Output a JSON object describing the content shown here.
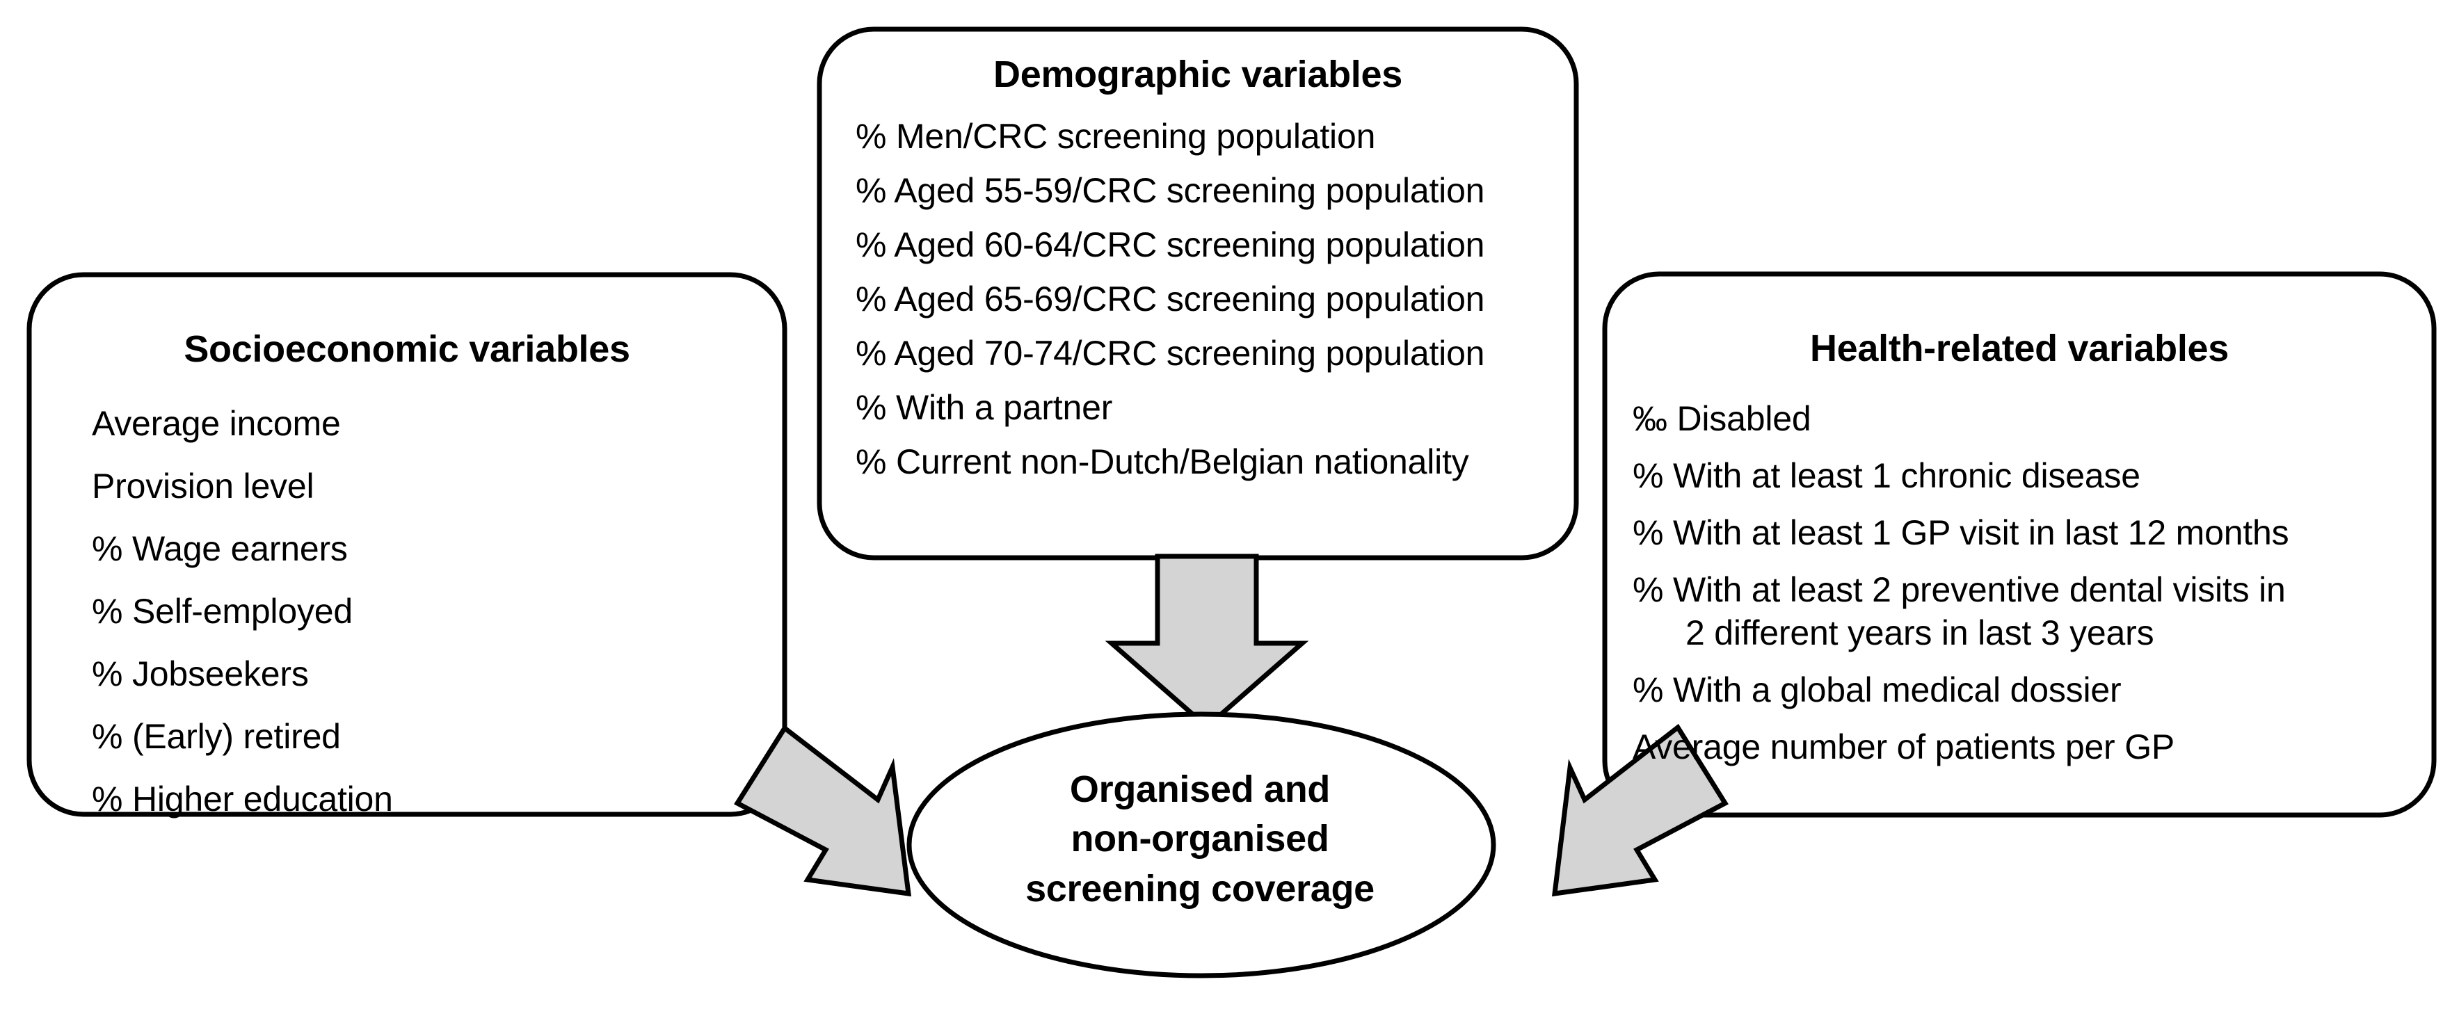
{
  "diagram": {
    "title": "Determinants of organised and non-organised CRC screening coverage",
    "colors": {
      "stroke": "#000000",
      "arrow_fill": "#d4d4d4",
      "background": "#ffffff"
    },
    "boxes": {
      "socioeconomic": {
        "heading": "Socioeconomic variables",
        "items": [
          "Average income",
          "Provision level",
          "% Wage earners",
          "% Self-employed",
          "% Jobseekers",
          "% (Early) retired",
          "% Higher education"
        ]
      },
      "demographic": {
        "heading": "Demographic variables",
        "items": [
          "% Men/CRC screening population",
          "% Aged 55-59/CRC screening population",
          "% Aged 60-64/CRC screening population",
          "% Aged 65-69/CRC screening population",
          "% Aged 70-74/CRC screening population",
          "% With a partner",
          "% Current non-Dutch/Belgian nationality"
        ]
      },
      "health_related": {
        "heading": "Health-related variables",
        "items": [
          "‰ Disabled",
          "% With at least 1 chronic disease",
          "% With at least 1 GP visit in last 12 months",
          "% With at least 2 preventive dental visits in",
          "2 different years in last 3 years",
          "% With a global medical dossier",
          "Average number of patients per GP"
        ]
      }
    },
    "outcome": {
      "line1": "Organised and",
      "line2": "non-organised",
      "line3": "screening coverage"
    },
    "arrows": [
      {
        "name": "socioeconomic-to-outcome",
        "direction": "down-right"
      },
      {
        "name": "demographic-to-outcome",
        "direction": "down"
      },
      {
        "name": "health-to-outcome",
        "direction": "down-left"
      }
    ]
  }
}
